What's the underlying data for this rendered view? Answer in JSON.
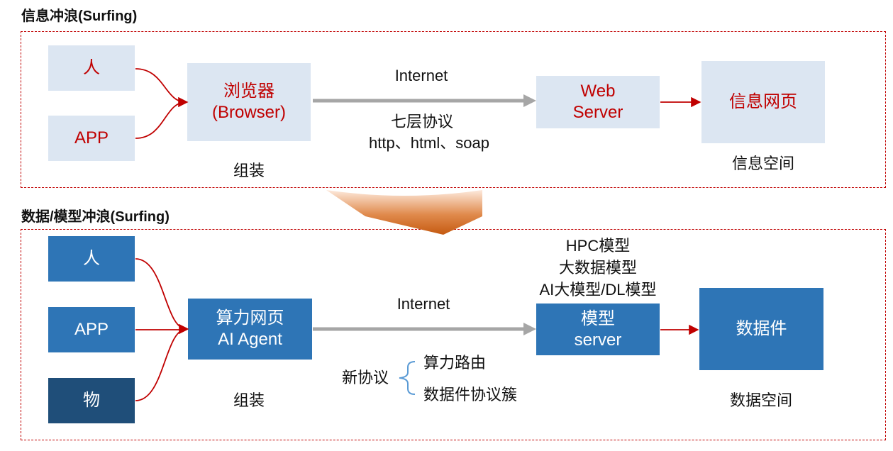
{
  "top": {
    "title": "信息冲浪(Surfing)",
    "boxes": {
      "person": "人",
      "app": "APP",
      "browser": "浏览器\n(Browser)",
      "web_server": "Web\nServer",
      "info_page": "信息网页"
    },
    "internet_label": "Internet",
    "protocol_label": "七层协议",
    "protocols": "http、html、soap",
    "assemble_label": "组装",
    "space_label": "信息空间"
  },
  "bottom": {
    "title": "数据/模型冲浪(Surfing)",
    "boxes": {
      "person": "人",
      "app": "APP",
      "thing": "物",
      "agent": "算力网页\nAI Agent",
      "model_server": "模型\nserver",
      "data_item": "数据件"
    },
    "internet_label": "Internet",
    "models": [
      "HPC模型",
      "大数据模型",
      "AI大模型/DL模型"
    ],
    "new_protocol_label": "新协议",
    "protocol_items": [
      "算力路由",
      "数据件协议簇"
    ],
    "assemble_label": "组装",
    "space_label": "数据空间"
  },
  "colors": {
    "light_box": "#dce6f2",
    "red_text": "#c00000",
    "blue_box": "#2e75b6",
    "dark_box": "#1f4e79",
    "gray_arrow": "#a6a6a6",
    "down_arrow": "#c55a11"
  }
}
